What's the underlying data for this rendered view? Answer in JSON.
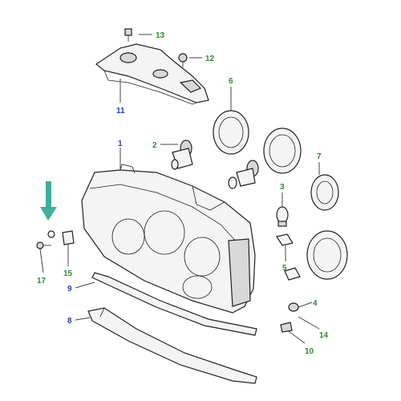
{
  "diagram": {
    "colors": {
      "callout_green": "#2e8b2e",
      "callout_blue": "#1f3fbf",
      "arrow_teal": "#3fae9a",
      "line": "#444444"
    },
    "callouts": [
      {
        "id": "c13",
        "text": "13",
        "color": "green"
      },
      {
        "id": "c12",
        "text": "12",
        "color": "green"
      },
      {
        "id": "c11",
        "text": "11",
        "color": "blue"
      },
      {
        "id": "c6",
        "text": "6",
        "color": "green"
      },
      {
        "id": "c2",
        "text": "2",
        "color": "green"
      },
      {
        "id": "c1",
        "text": "1",
        "color": "blue"
      },
      {
        "id": "c7",
        "text": "7",
        "color": "green"
      },
      {
        "id": "c3",
        "text": "3",
        "color": "green"
      },
      {
        "id": "c5",
        "text": "5",
        "color": "green"
      },
      {
        "id": "c4",
        "text": "4",
        "color": "green"
      },
      {
        "id": "c14",
        "text": "14",
        "color": "green"
      },
      {
        "id": "c10",
        "text": "10",
        "color": "green"
      },
      {
        "id": "c15",
        "text": "15",
        "color": "green"
      },
      {
        "id": "c17",
        "text": "17",
        "color": "green"
      },
      {
        "id": "c9",
        "text": "9",
        "color": "blue"
      },
      {
        "id": "c8",
        "text": "8",
        "color": "blue"
      }
    ]
  }
}
